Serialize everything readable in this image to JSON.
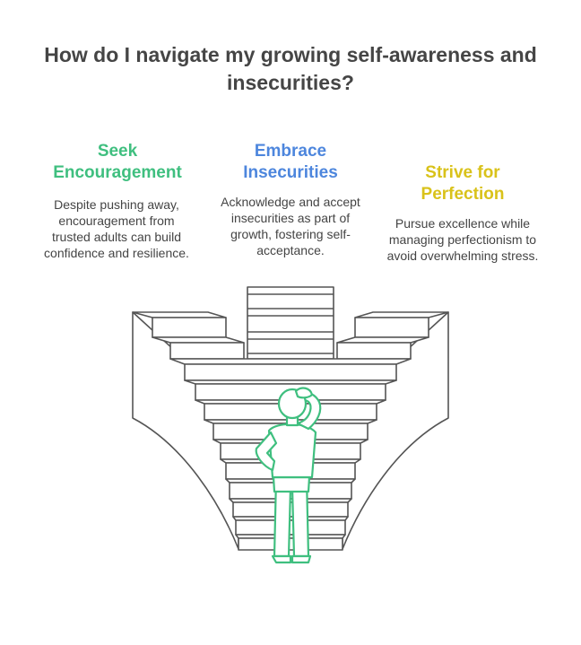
{
  "title": "How do I navigate my growing self-awareness and insecurities?",
  "items": [
    {
      "heading": "Seek Encouragement",
      "description": "Despite pushing away, encouragement from trusted adults can build confidence and resilience.",
      "color": "#3fbf7f"
    },
    {
      "heading": "Embrace Insecurities",
      "description": "Acknowledge and accept insecurities as part of growth, fostering self-acceptance.",
      "color": "#4d86dd"
    },
    {
      "heading": "Strive for Perfection",
      "description": "Pursue excellence while managing perfectionism to avoid overwhelming stress.",
      "color": "#d9c21a"
    }
  ],
  "illustration": {
    "figure_color": "#3fbf7f",
    "line_color": "#555555"
  }
}
